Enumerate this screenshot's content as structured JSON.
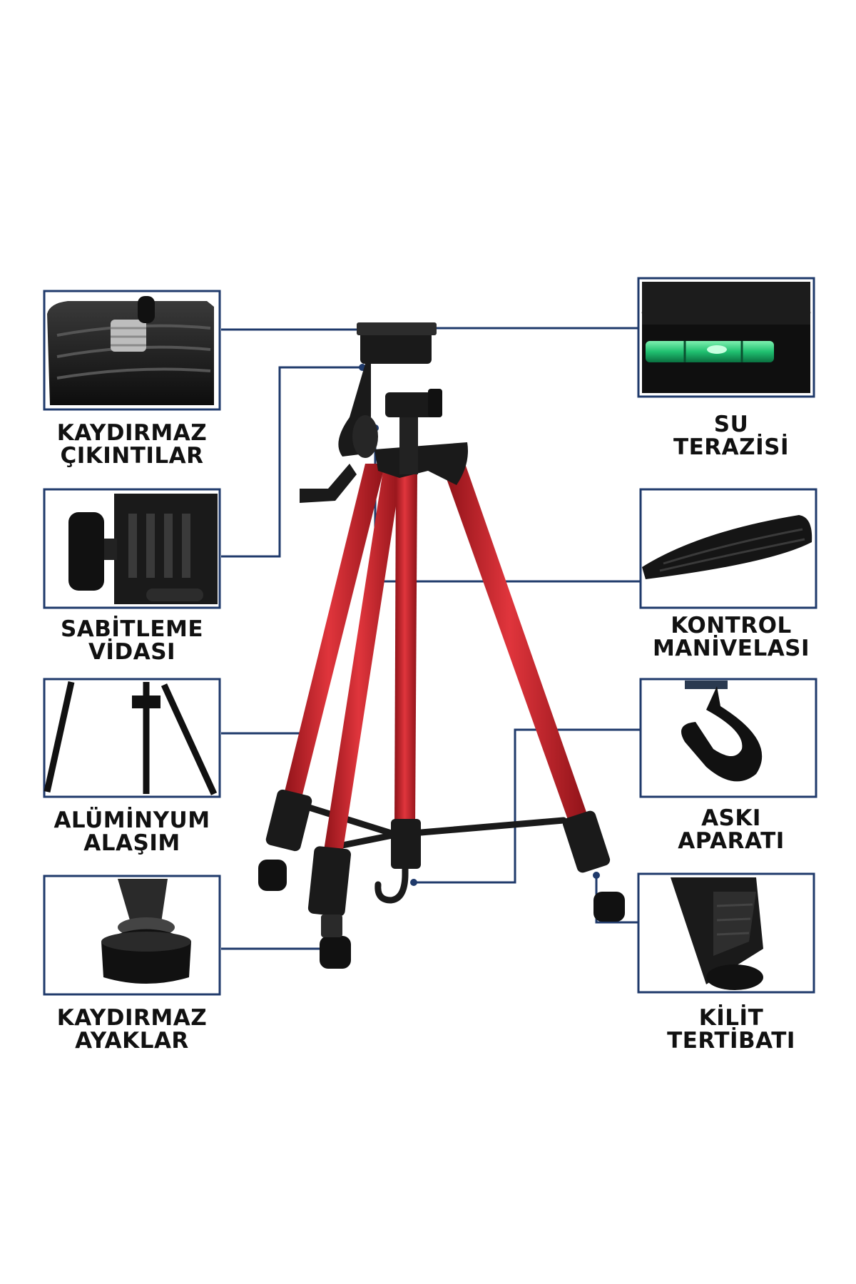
{
  "callouts": [
    {
      "id": "kaydirmaz-cikintilar",
      "line1": "KAYDIRMAZ",
      "line2": "ÇIKINTILAR"
    },
    {
      "id": "sabitleme-vidasi",
      "line1": "SABİTLEME",
      "line2": "VİDASI"
    },
    {
      "id": "aluminyum-alasim",
      "line1": "ALÜMİNYUM",
      "line2": "ALAŞIM"
    },
    {
      "id": "kaydirmaz-ayaklar",
      "line1": "KAYDIRMAZ",
      "line2": "AYAKLAR"
    },
    {
      "id": "su-terazisi",
      "line1": "SU",
      "line2": "TERAZİSİ"
    },
    {
      "id": "kontrol-manivelasi",
      "line1": "KONTROL",
      "line2": "MANİVELASI"
    },
    {
      "id": "aski-aparati",
      "line1": "ASKI",
      "line2": "APARATI"
    },
    {
      "id": "kilit-tertibati",
      "line1": "KİLİT",
      "line2": "TERTİBATI"
    }
  ],
  "colors": {
    "frame": "#1f3a6b",
    "leg": "#c8242c",
    "black": "#1a1a1a",
    "level_green": "#20c070"
  }
}
